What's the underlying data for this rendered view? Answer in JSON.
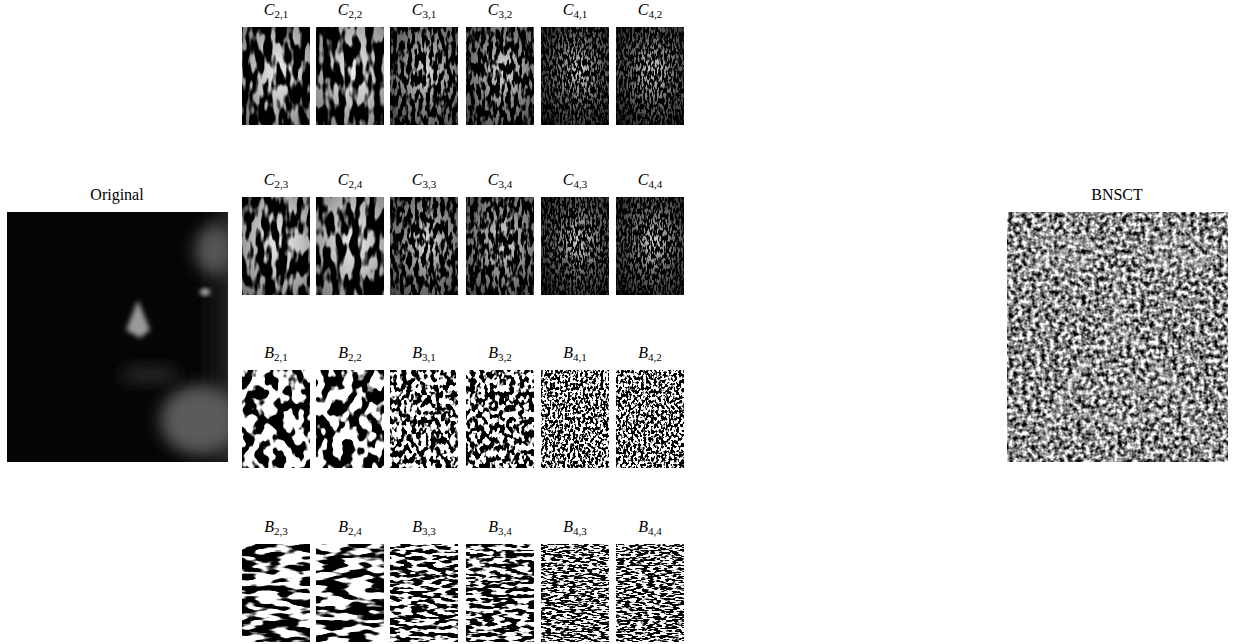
{
  "diagram": {
    "labels": [
      "C2,1",
      "C2,2",
      "C3,1",
      "C3,2",
      "C4,1",
      "C4,2",
      "C2,3",
      "C2,4",
      "C3,3",
      "C3,4",
      "C4,3",
      "C4,4",
      "Original",
      "BNSCT",
      "B2,1",
      "B2,2",
      "B3,1",
      "B3,2",
      "B4,1",
      "B4,2",
      "B2,3",
      "B2,4",
      "B3,3",
      "B3,4",
      "B4,3",
      "B4,4"
    ]
  }
}
